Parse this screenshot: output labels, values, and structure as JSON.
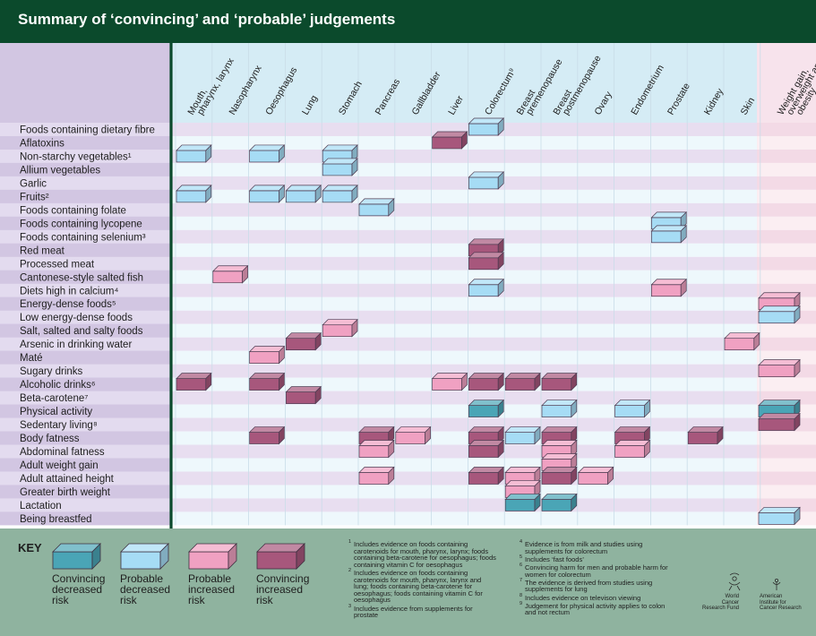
{
  "header": {
    "title": "Summary of ‘convincing’ and ‘probable’ judgements"
  },
  "colors": {
    "header_bg": "#0b4a2c",
    "label_panel_a": "#e3dbef",
    "label_panel_b": "#d2c6e2",
    "cancer_panel_a": "#eef8fc",
    "cancer_panel_b": "#e8def0",
    "cancer_head": "#d5ecf5",
    "weight_panel_a": "#fbeef2",
    "weight_panel_b": "#f3dae6",
    "weight_head": "#f7e3ec",
    "axis_divider": "#0b4a2c",
    "key_bg": "#8fb39f",
    "convincing_decreased": "#4aa5b6",
    "probable_decreased": "#a6dcf5",
    "probable_increased": "#f0a1c2",
    "convincing_increased": "#a7577c"
  },
  "columns": [
    {
      "label": "Mouth,\npharynx, larynx"
    },
    {
      "label": "Nasopharynx"
    },
    {
      "label": "Oesophagus"
    },
    {
      "label": "Lung"
    },
    {
      "label": "Stomach"
    },
    {
      "label": "Pancreas"
    },
    {
      "label": "Gallbladder"
    },
    {
      "label": "Liver"
    },
    {
      "label": "Colorectum⁹"
    },
    {
      "label": "Breast\npremenopause"
    },
    {
      "label": "Breast\npostmenopause"
    },
    {
      "label": "Ovary"
    },
    {
      "label": "Endometrium"
    },
    {
      "label": "Prostate"
    },
    {
      "label": "Kidney"
    },
    {
      "label": "Skin"
    },
    {
      "label": "Weight gain,\noverweight and\nobesity"
    }
  ],
  "rows": [
    {
      "label": "Foods containing dietary fibre"
    },
    {
      "label": "Aflatoxins"
    },
    {
      "label": "Non-starchy vegetables¹"
    },
    {
      "label": "Allium vegetables"
    },
    {
      "label": "Garlic"
    },
    {
      "label": "Fruits²"
    },
    {
      "label": "Foods containing folate"
    },
    {
      "label": "Foods containing lycopene"
    },
    {
      "label": "Foods containing selenium³"
    },
    {
      "label": "Red meat"
    },
    {
      "label": "Processed meat"
    },
    {
      "label": "Cantonese-style salted fish"
    },
    {
      "label": "Diets high in calcium⁴"
    },
    {
      "label": "Energy-dense foods⁵"
    },
    {
      "label": "Low energy-dense foods"
    },
    {
      "label": "Salt, salted and salty foods"
    },
    {
      "label": "Arsenic in drinking water"
    },
    {
      "label": "Maté"
    },
    {
      "label": "Sugary drinks"
    },
    {
      "label": "Alcoholic drinks⁶"
    },
    {
      "label": "Beta-carotene⁷"
    },
    {
      "label": "Physical activity"
    },
    {
      "label": "Sedentary living⁸"
    },
    {
      "label": "Body fatness"
    },
    {
      "label": "Abdominal fatness"
    },
    {
      "label": "Adult weight gain"
    },
    {
      "label": "Adult attained height"
    },
    {
      "label": "Greater birth weight"
    },
    {
      "label": "Lactation"
    },
    {
      "label": "Being breastfed"
    }
  ],
  "chart_data": {
    "type": "table",
    "title": "Summary of ‘convincing’ and ‘probable’ judgements",
    "legend": [
      "Convincing decreased risk",
      "Probable decreased risk",
      "Probable increased risk",
      "Convincing increased risk"
    ],
    "cells": [
      {
        "row": 0,
        "col": 8,
        "level": "probable_decreased"
      },
      {
        "row": 1,
        "col": 7,
        "level": "convincing_increased"
      },
      {
        "row": 2,
        "col": 0,
        "level": "probable_decreased"
      },
      {
        "row": 2,
        "col": 2,
        "level": "probable_decreased"
      },
      {
        "row": 2,
        "col": 4,
        "level": "probable_decreased"
      },
      {
        "row": 3,
        "col": 4,
        "level": "probable_decreased"
      },
      {
        "row": 4,
        "col": 8,
        "level": "probable_decreased"
      },
      {
        "row": 5,
        "col": 0,
        "level": "probable_decreased"
      },
      {
        "row": 5,
        "col": 2,
        "level": "probable_decreased"
      },
      {
        "row": 5,
        "col": 3,
        "level": "probable_decreased"
      },
      {
        "row": 5,
        "col": 4,
        "level": "probable_decreased"
      },
      {
        "row": 6,
        "col": 5,
        "level": "probable_decreased"
      },
      {
        "row": 7,
        "col": 13,
        "level": "probable_decreased"
      },
      {
        "row": 8,
        "col": 13,
        "level": "probable_decreased"
      },
      {
        "row": 9,
        "col": 8,
        "level": "convincing_increased"
      },
      {
        "row": 10,
        "col": 8,
        "level": "convincing_increased"
      },
      {
        "row": 11,
        "col": 1,
        "level": "probable_increased"
      },
      {
        "row": 12,
        "col": 8,
        "level": "probable_decreased"
      },
      {
        "row": 12,
        "col": 13,
        "level": "probable_increased"
      },
      {
        "row": 13,
        "col": 16,
        "level": "probable_increased"
      },
      {
        "row": 14,
        "col": 16,
        "level": "probable_decreased"
      },
      {
        "row": 15,
        "col": 4,
        "level": "probable_increased"
      },
      {
        "row": 16,
        "col": 3,
        "level": "convincing_increased"
      },
      {
        "row": 16,
        "col": 15,
        "level": "probable_increased"
      },
      {
        "row": 17,
        "col": 2,
        "level": "probable_increased"
      },
      {
        "row": 18,
        "col": 16,
        "level": "probable_increased"
      },
      {
        "row": 19,
        "col": 0,
        "level": "convincing_increased"
      },
      {
        "row": 19,
        "col": 2,
        "level": "convincing_increased"
      },
      {
        "row": 19,
        "col": 7,
        "level": "probable_increased"
      },
      {
        "row": 19,
        "col": 8,
        "level": "convincing_increased"
      },
      {
        "row": 19,
        "col": 9,
        "level": "convincing_increased"
      },
      {
        "row": 19,
        "col": 10,
        "level": "convincing_increased"
      },
      {
        "row": 20,
        "col": 3,
        "level": "convincing_increased"
      },
      {
        "row": 21,
        "col": 8,
        "level": "convincing_decreased"
      },
      {
        "row": 21,
        "col": 10,
        "level": "probable_decreased"
      },
      {
        "row": 21,
        "col": 12,
        "level": "probable_decreased"
      },
      {
        "row": 21,
        "col": 16,
        "level": "convincing_decreased"
      },
      {
        "row": 22,
        "col": 16,
        "level": "convincing_increased"
      },
      {
        "row": 23,
        "col": 2,
        "level": "convincing_increased"
      },
      {
        "row": 23,
        "col": 5,
        "level": "convincing_increased"
      },
      {
        "row": 23,
        "col": 6,
        "level": "probable_increased"
      },
      {
        "row": 23,
        "col": 8,
        "level": "convincing_increased"
      },
      {
        "row": 23,
        "col": 9,
        "level": "probable_decreased"
      },
      {
        "row": 23,
        "col": 10,
        "level": "convincing_increased"
      },
      {
        "row": 23,
        "col": 12,
        "level": "convincing_increased"
      },
      {
        "row": 23,
        "col": 14,
        "level": "convincing_increased"
      },
      {
        "row": 24,
        "col": 5,
        "level": "probable_increased"
      },
      {
        "row": 24,
        "col": 8,
        "level": "convincing_increased"
      },
      {
        "row": 24,
        "col": 10,
        "level": "probable_increased"
      },
      {
        "row": 24,
        "col": 12,
        "level": "probable_increased"
      },
      {
        "row": 25,
        "col": 10,
        "level": "probable_increased"
      },
      {
        "row": 26,
        "col": 5,
        "level": "probable_increased"
      },
      {
        "row": 26,
        "col": 8,
        "level": "convincing_increased"
      },
      {
        "row": 26,
        "col": 9,
        "level": "probable_increased"
      },
      {
        "row": 26,
        "col": 10,
        "level": "convincing_increased"
      },
      {
        "row": 26,
        "col": 11,
        "level": "probable_increased"
      },
      {
        "row": 27,
        "col": 9,
        "level": "probable_increased"
      },
      {
        "row": 28,
        "col": 9,
        "level": "convincing_decreased"
      },
      {
        "row": 28,
        "col": 10,
        "level": "convincing_decreased"
      },
      {
        "row": 29,
        "col": 16,
        "level": "probable_decreased"
      }
    ]
  },
  "key": {
    "title": "KEY",
    "items": [
      {
        "level": "convincing_decreased",
        "lines": [
          "Convincing",
          "decreased",
          "risk"
        ]
      },
      {
        "level": "probable_decreased",
        "lines": [
          "Probable",
          "decreased",
          "risk"
        ]
      },
      {
        "level": "probable_increased",
        "lines": [
          "Probable",
          "increased",
          "risk"
        ]
      },
      {
        "level": "convincing_increased",
        "lines": [
          "Convincing",
          "increased",
          "risk"
        ]
      }
    ]
  },
  "footnotes": {
    "left": [
      {
        "num": "1",
        "lines": [
          "Includes evidence on foods containing",
          "carotenoids for mouth, pharynx, larynx; foods",
          "containing beta-carotene for oesophagus; foods",
          "containing vitamin C for oesophagus"
        ]
      },
      {
        "num": "2",
        "lines": [
          "Includes evidence on foods containing",
          "carotenoids for mouth, pharynx, larynx and",
          "lung; foods containing beta-carotene for",
          "oesophagus; foods containing vitamin C for",
          "oesophagus"
        ]
      },
      {
        "num": "3",
        "lines": [
          "Includes evidence from supplements for",
          "prostate"
        ]
      }
    ],
    "right": [
      {
        "num": "4",
        "lines": [
          "Evidence is from milk and studies using",
          "supplements for colorectum"
        ]
      },
      {
        "num": "5",
        "lines": [
          "Includes ‘fast foods’"
        ]
      },
      {
        "num": "6",
        "lines": [
          "Convincing harm for men and probable harm for",
          "women for colorectum"
        ]
      },
      {
        "num": "7",
        "lines": [
          "The evidence is derived from studies using",
          "supplements for lung"
        ]
      },
      {
        "num": "8",
        "lines": [
          "Includes evidence on televison viewing"
        ]
      },
      {
        "num": "9",
        "lines": [
          "Judgement for physical activity applies to colon",
          "and not rectum"
        ]
      }
    ]
  },
  "logos": {
    "wcrf": "World\nCancer\nResearch Fund",
    "aicr": "American\nInstitute for\nCancer Research"
  }
}
